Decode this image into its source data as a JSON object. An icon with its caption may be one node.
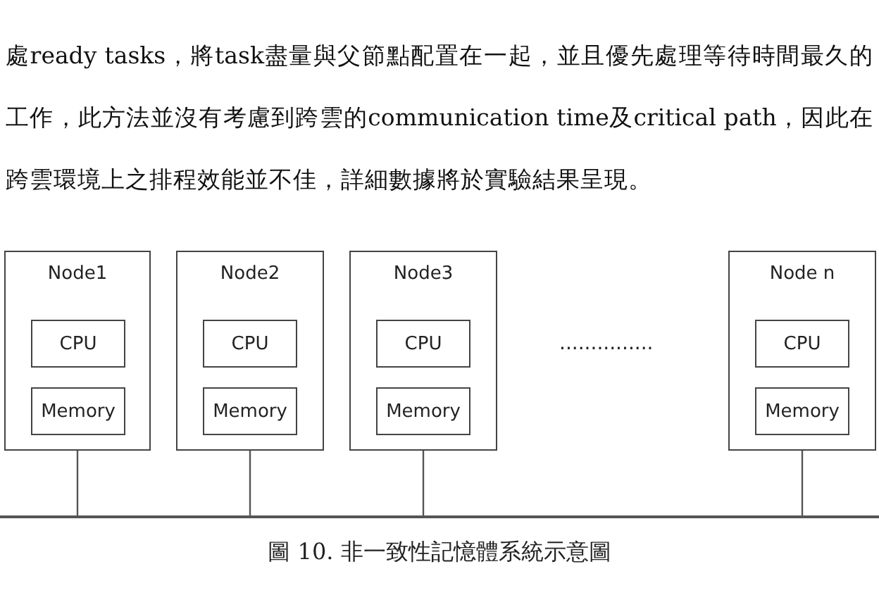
{
  "diagram": {
    "caption": "圖 10. 非一致性記憶體系統示意圖",
    "nodes": [
      {
        "text": [
          "Node1"
        ]
      },
      {
        "text": [
          "CPU"
        ],
        "in": 0
      },
      {
        "text": [
          "Memory"
        ],
        "in": 0
      },
      {
        "text": [
          "Node2"
        ]
      },
      {
        "text": [
          "CPU"
        ],
        "in": 3
      },
      {
        "text": [
          "Memory"
        ],
        "in": 3
      },
      {
        "text": [
          "Node3"
        ]
      },
      {
        "text": [
          "CPU"
        ],
        "in": 6
      },
      {
        "text": [
          "Memory"
        ],
        "in": 6
      },
      {
        "text": [
          "Node n"
        ]
      },
      {
        "text": [
          "CPU"
        ],
        "in": 9
      },
      {
        "text": [
          "Memory"
        ],
        "in": 9
      },
      {
        "text": [],
        "shape": "bar"
      }
    ],
    "edges": [
      {
        "from": 0,
        "to": 12,
        "arrow": "none"
      },
      {
        "from": 3,
        "to": 12,
        "arrow": "none"
      },
      {
        "from": 6,
        "to": 12,
        "arrow": "none"
      },
      {
        "from": 9,
        "to": 12,
        "arrow": "none"
      }
    ],
    "labels": [
      "處ready tasks，將task盡量與父節點配置在一起，並且優先處理等待時間最久的工作，此方法並沒有考慮到跨雲的communication time及critical path，因此在跨雲環境上之排程效能並不佳，詳細數據將於實驗結果呈現。",
      "..............."
    ]
  }
}
